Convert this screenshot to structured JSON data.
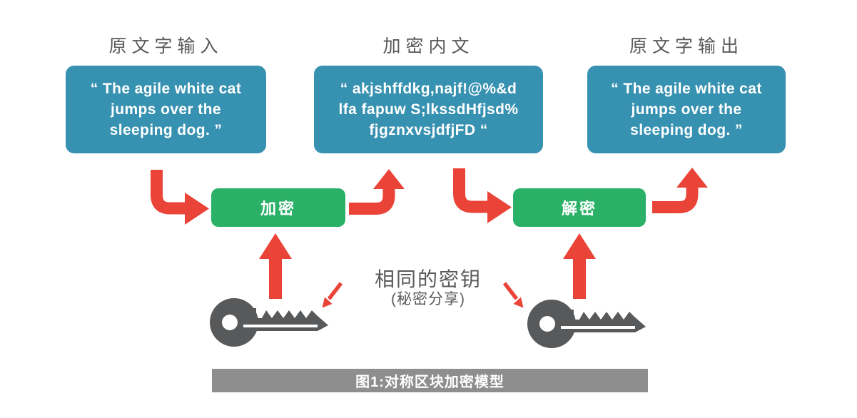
{
  "columns": [
    {
      "label": "原文字输入",
      "lines": [
        "“ The agile white cat",
        "jumps over the",
        "sleeping dog. ”"
      ]
    },
    {
      "label": "加密内文",
      "lines": [
        "“ akjshffdkg,najf!@%&d",
        "lfa fapuw S;lkssdHfjsd%",
        "fjgznxvsjdfjFD “"
      ]
    },
    {
      "label": "原文字输出",
      "lines": [
        "“ The agile white cat",
        "jumps over the",
        "sleeping dog. ”"
      ]
    }
  ],
  "buttons": {
    "encrypt": "加密",
    "decrypt": "解密"
  },
  "key_note": {
    "title": "相同的密钥",
    "subtitle": "(秘密分享)"
  },
  "caption": "图1:对称区块加密模型",
  "icons": {
    "left_key": "key-icon",
    "right_key": "key-icon"
  },
  "colors": {
    "box_blue": "#3791b0",
    "button_green": "#2ab167",
    "arrow_red": "#ea4438",
    "key_gray": "#58595b",
    "text_gray": "#58595b",
    "caption_bg": "#8e8e8e",
    "background": "#ffffff"
  }
}
